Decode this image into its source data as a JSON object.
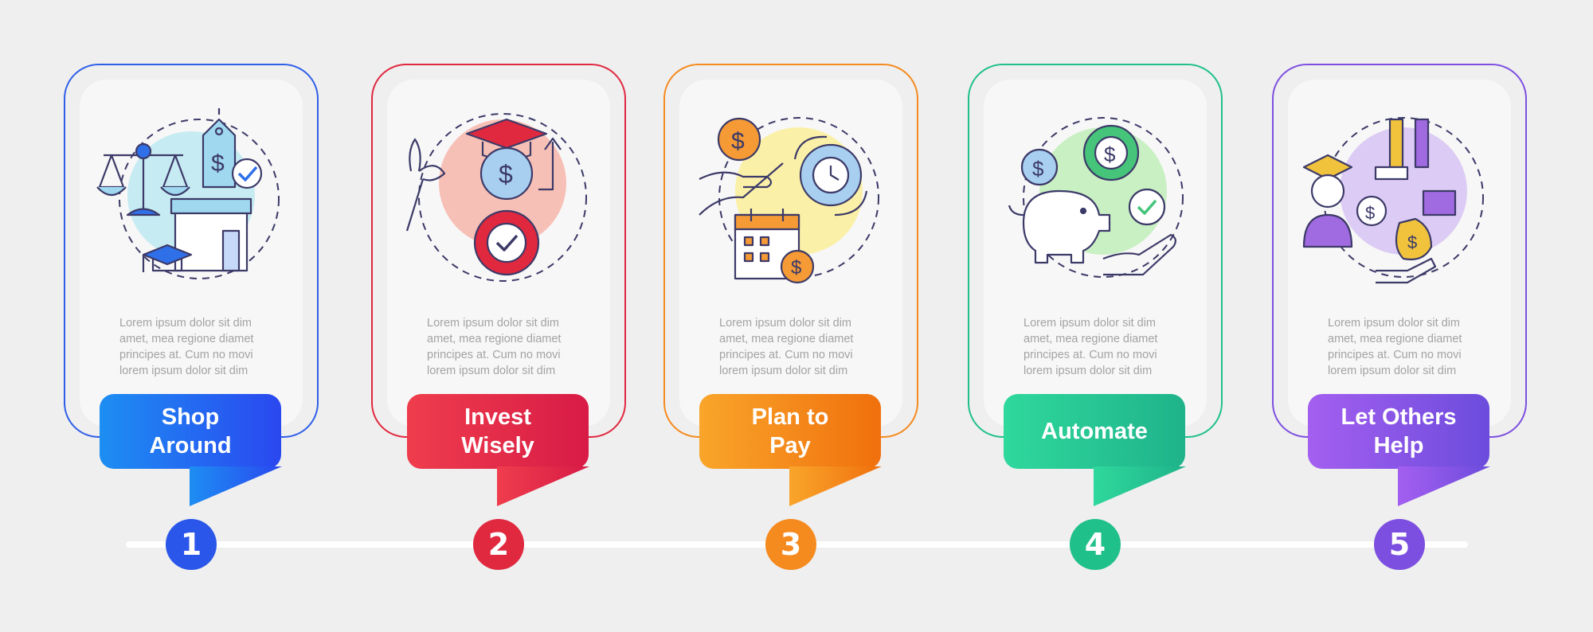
{
  "steps": [
    {
      "number": "1",
      "label": "Shop\nAround",
      "text": "Lorem ipsum dolor sit dim\namet, mea regione diamet\nprincipes at. Cum no movi\nlorem ipsum dolor sit dim",
      "color": "#2f5fe8",
      "grad_from": "#1d8ef2",
      "grad_to": "#2a48f0",
      "blob": "#c6ebf2",
      "icon": "scales-price-tag-store-icon"
    },
    {
      "number": "2",
      "label": "Invest\nWisely",
      "text": "Lorem ipsum dolor sit dim\namet, mea regione diamet\nprincipes at. Cum no movi\nlorem ipsum dolor sit dim",
      "color": "#e0283f",
      "grad_from": "#ef3d4d",
      "grad_to": "#d81b46",
      "blob": "#f7c0b6",
      "icon": "graduation-coin-gear-icon"
    },
    {
      "number": "3",
      "label": "Plan to\nPay",
      "text": "Lorem ipsum dolor sit dim\namet, mea regione diamet\nprincipes at. Cum no movi\nlorem ipsum dolor sit dim",
      "color": "#f58a1f",
      "grad_from": "#f9a52a",
      "grad_to": "#f0700d",
      "blob": "#fbf0a7",
      "icon": "coin-hand-clock-calendar-icon"
    },
    {
      "number": "4",
      "label": "Automate",
      "text": "Lorem ipsum dolor sit dim\namet, mea regione diamet\nprincipes at. Cum no movi\nlorem ipsum dolor sit dim",
      "color": "#20c08a",
      "grad_from": "#2fd89c",
      "grad_to": "#1fb38a",
      "blob": "#c9f0c3",
      "icon": "piggy-bank-gear-check-icon"
    },
    {
      "number": "5",
      "label": "Let Others\nHelp",
      "text": "Lorem ipsum dolor sit dim\namet, mea regione diamet\nprincipes at. Cum no movi\nlorem ipsum dolor sit dim",
      "color": "#7d4fe0",
      "grad_from": "#a45ff0",
      "grad_to": "#6c4cdc",
      "blob": "#dccbf4",
      "icon": "helping-hands-graduate-icon"
    }
  ]
}
